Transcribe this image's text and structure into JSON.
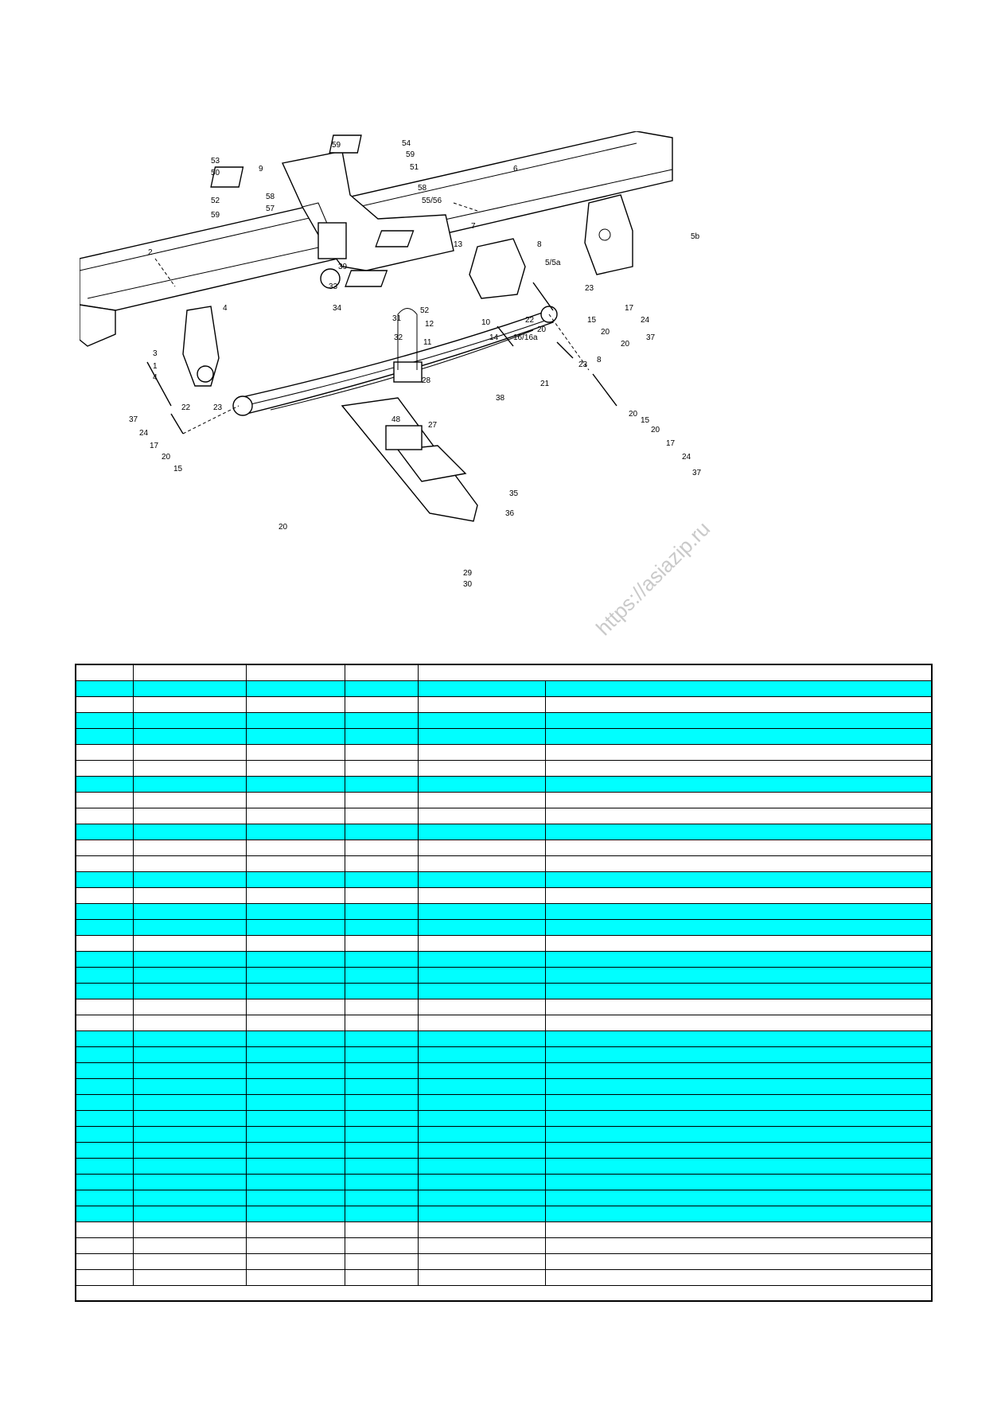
{
  "diagram": {
    "callouts": [
      "2",
      "3",
      "1",
      "4",
      "4",
      "22",
      "23",
      "37",
      "24",
      "17",
      "20",
      "15",
      "53",
      "50",
      "52",
      "59",
      "9",
      "59",
      "58",
      "57",
      "54",
      "59",
      "51",
      "58",
      "55/56",
      "6",
      "7",
      "13",
      "8",
      "5/5a",
      "5b",
      "39",
      "33",
      "34",
      "31",
      "32",
      "52",
      "12",
      "10",
      "11",
      "14",
      "16/16a",
      "22",
      "20",
      "23",
      "15",
      "17",
      "24",
      "20",
      "37",
      "20",
      "23",
      "21",
      "8",
      "28",
      "38",
      "48",
      "27",
      "20",
      "15",
      "20",
      "17",
      "24",
      "37",
      "20",
      "35",
      "36",
      "29",
      "30"
    ]
  },
  "watermark": {
    "text": "https://asiazip.ru"
  },
  "table": {
    "rows": [
      "white",
      "cyan",
      "white",
      "cyan",
      "cyan",
      "white",
      "white",
      "cyan",
      "white",
      "white",
      "cyan",
      "white",
      "white",
      "cyan",
      "white",
      "cyan",
      "cyan",
      "white",
      "cyan",
      "cyan",
      "cyan",
      "white",
      "white",
      "cyan",
      "cyan",
      "cyan",
      "cyan",
      "cyan",
      "cyan",
      "cyan",
      "cyan",
      "cyan",
      "cyan",
      "cyan",
      "cyan",
      "white",
      "white",
      "white",
      "white"
    ]
  }
}
